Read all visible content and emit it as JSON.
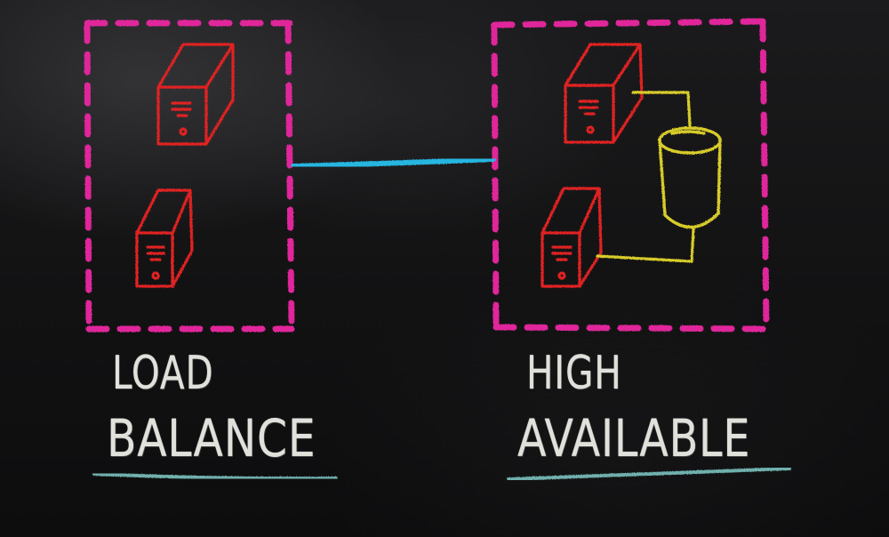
{
  "groups": {
    "load_balance": {
      "label_line1": "LOAD",
      "label_line2": "BALANCE",
      "servers": 2
    },
    "high_available": {
      "label_line1": "HIGH",
      "label_line2": "AVAILABLE",
      "servers": 2,
      "database": 1
    }
  },
  "connections": [
    {
      "from": "load_balance",
      "to": "high_available"
    }
  ],
  "colors": {
    "background": "#121213",
    "boundary": "#e0289a",
    "server": "#e02222",
    "link": "#27b6e0",
    "database_wire": "#d8cc2c",
    "text": "#f1f1ec",
    "underline": "#6fb0ad"
  },
  "icons": [
    "server-icon",
    "database-icon"
  ]
}
